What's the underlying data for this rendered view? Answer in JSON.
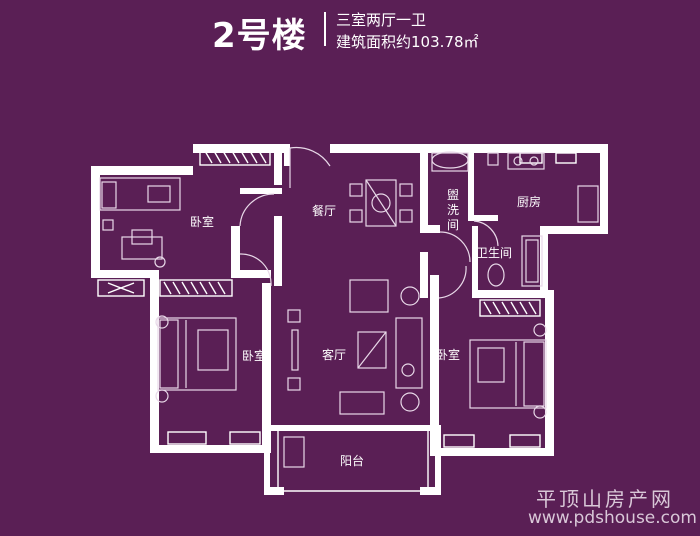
{
  "header": {
    "building": "2号楼",
    "layout": "三室两厅一卫",
    "area": "建筑面积约103.78㎡"
  },
  "rooms": {
    "bedroom_top": "卧室",
    "dining": "餐厅",
    "laundry": "盥洗间",
    "kitchen": "厨房",
    "bathroom": "卫生间",
    "bedroom_left": "卧室",
    "living": "客厅",
    "bedroom_right": "卧室",
    "balcony": "阳台"
  },
  "watermark": {
    "site_name": "平顶山房产网",
    "url": "www.pdshouse.com"
  },
  "colors": {
    "background": "#5a1f55",
    "wall": "#ffffff",
    "line": "#e8d8e8"
  }
}
